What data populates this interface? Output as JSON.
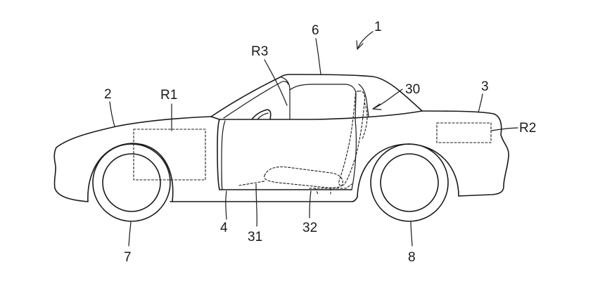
{
  "labels": {
    "assembly": "1",
    "front_body": "2",
    "rear_body": "3",
    "door": "4",
    "roof": "6",
    "front_wheel": "7",
    "rear_wheel": "8",
    "seat_assembly": "30",
    "seat_cushion": "31",
    "seat_rail": "32",
    "region_front": "R1",
    "region_rear": "R2",
    "region_cabin": "R3"
  }
}
